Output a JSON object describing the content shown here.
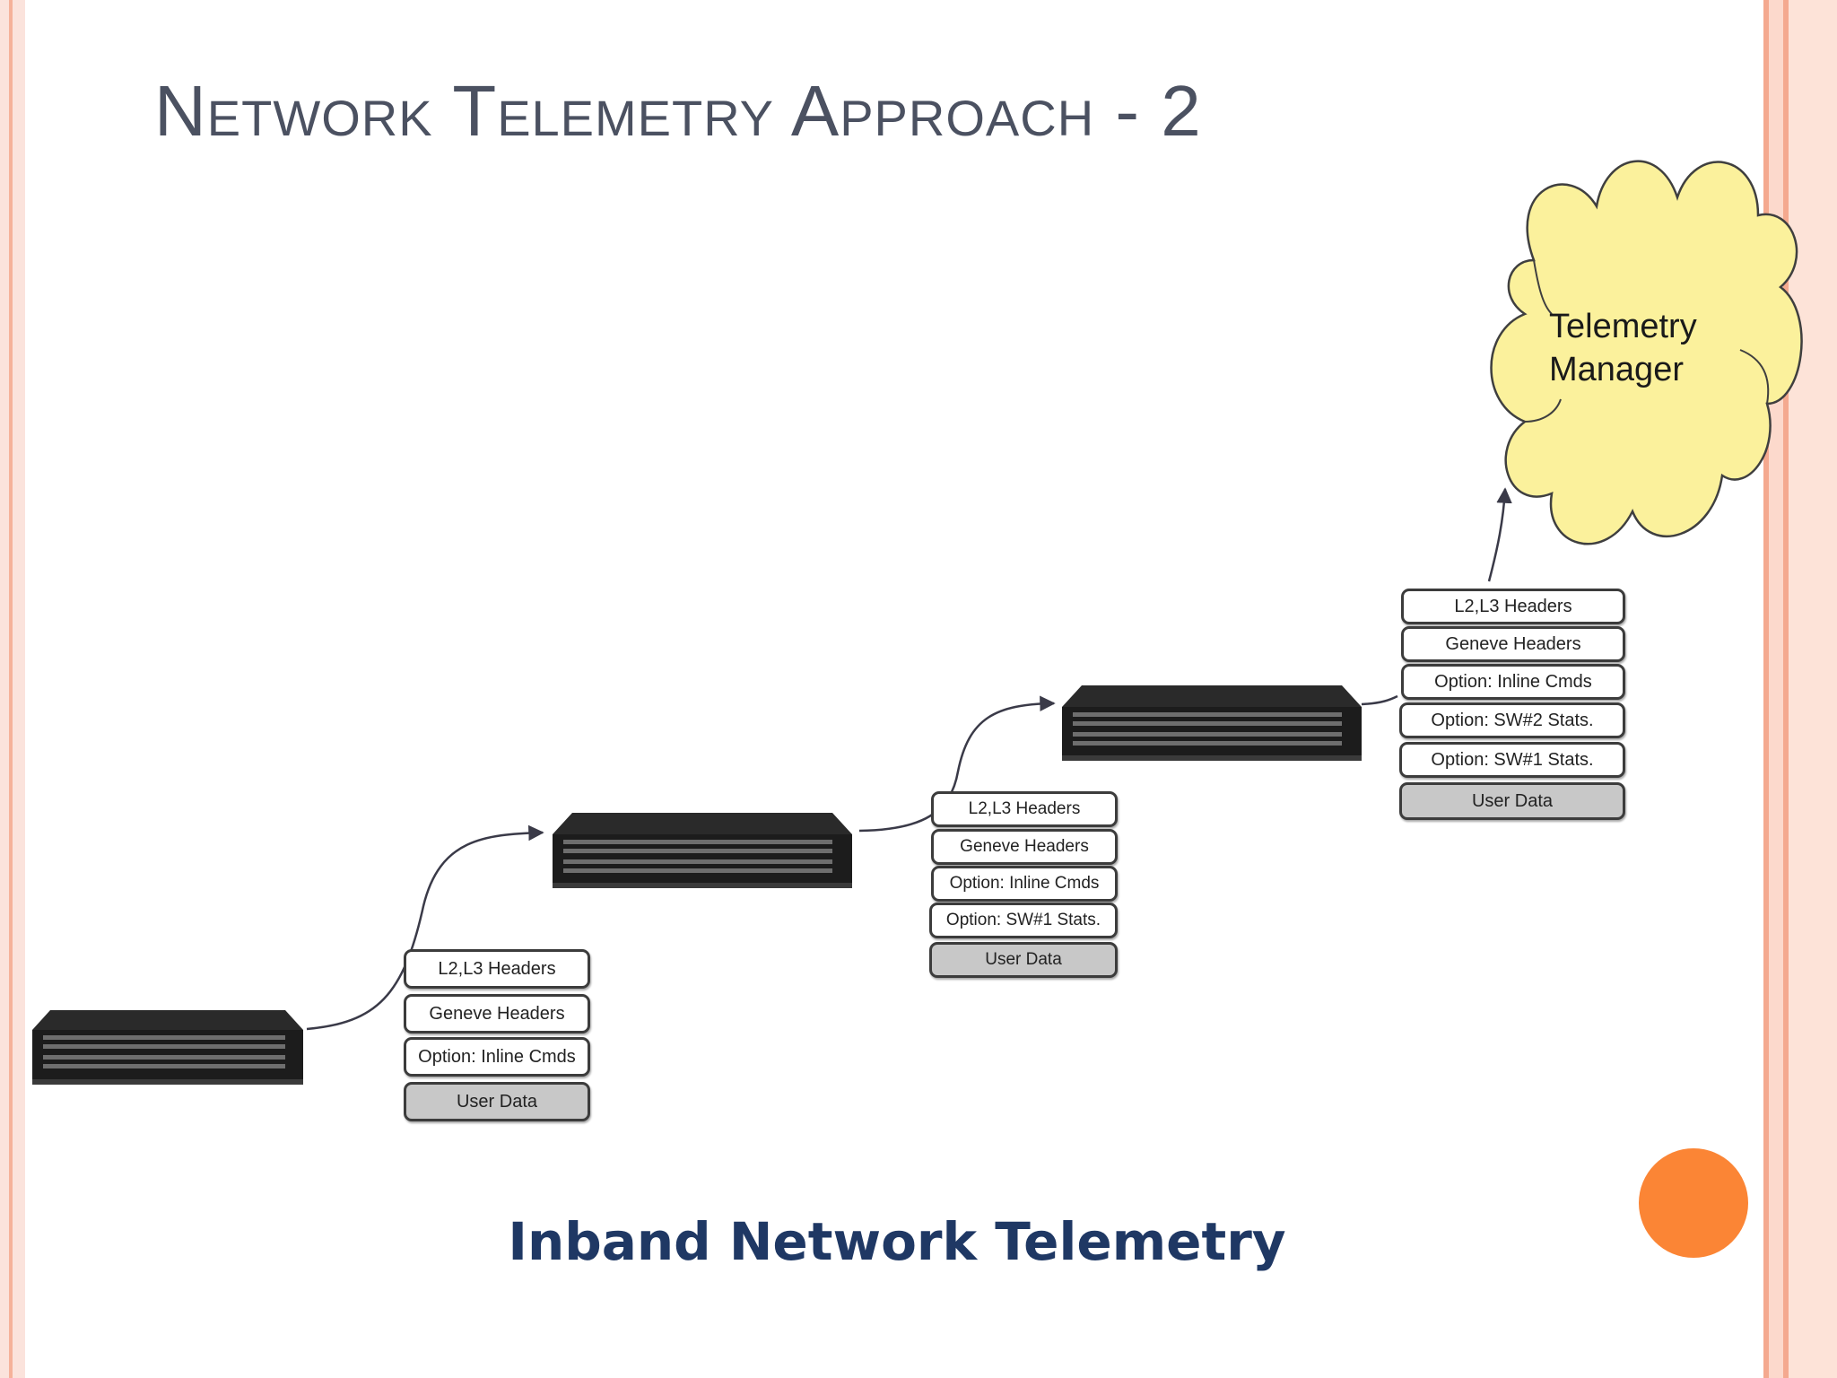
{
  "slide": {
    "title": "Network Telemetry Approach - 2",
    "caption": "Inband Network Telemetry"
  },
  "cloud": {
    "line1": "Telemetry",
    "line2": "Manager",
    "fill_color": "#fbf19c"
  },
  "packets": {
    "stack1": [
      "L2,L3 Headers",
      "Geneve Headers",
      "Option: Inline Cmds",
      "User Data"
    ],
    "stack2": [
      "L2,L3 Headers",
      "Geneve Headers",
      "Option: Inline Cmds",
      "Option: SW#1 Stats.",
      "User Data"
    ],
    "stack3": [
      "L2,L3 Headers",
      "Geneve Headers",
      "Option: Inline Cmds",
      "Option: SW#2 Stats.",
      "Option: SW#1 Stats.",
      "User Data"
    ]
  },
  "colors": {
    "title": "#4b5161",
    "caption": "#1f3864",
    "accent_circle": "#fb8535",
    "border": "#f4a98f"
  },
  "icons": [
    "network-switch-icon",
    "cloud-icon",
    "arrow-icon"
  ]
}
